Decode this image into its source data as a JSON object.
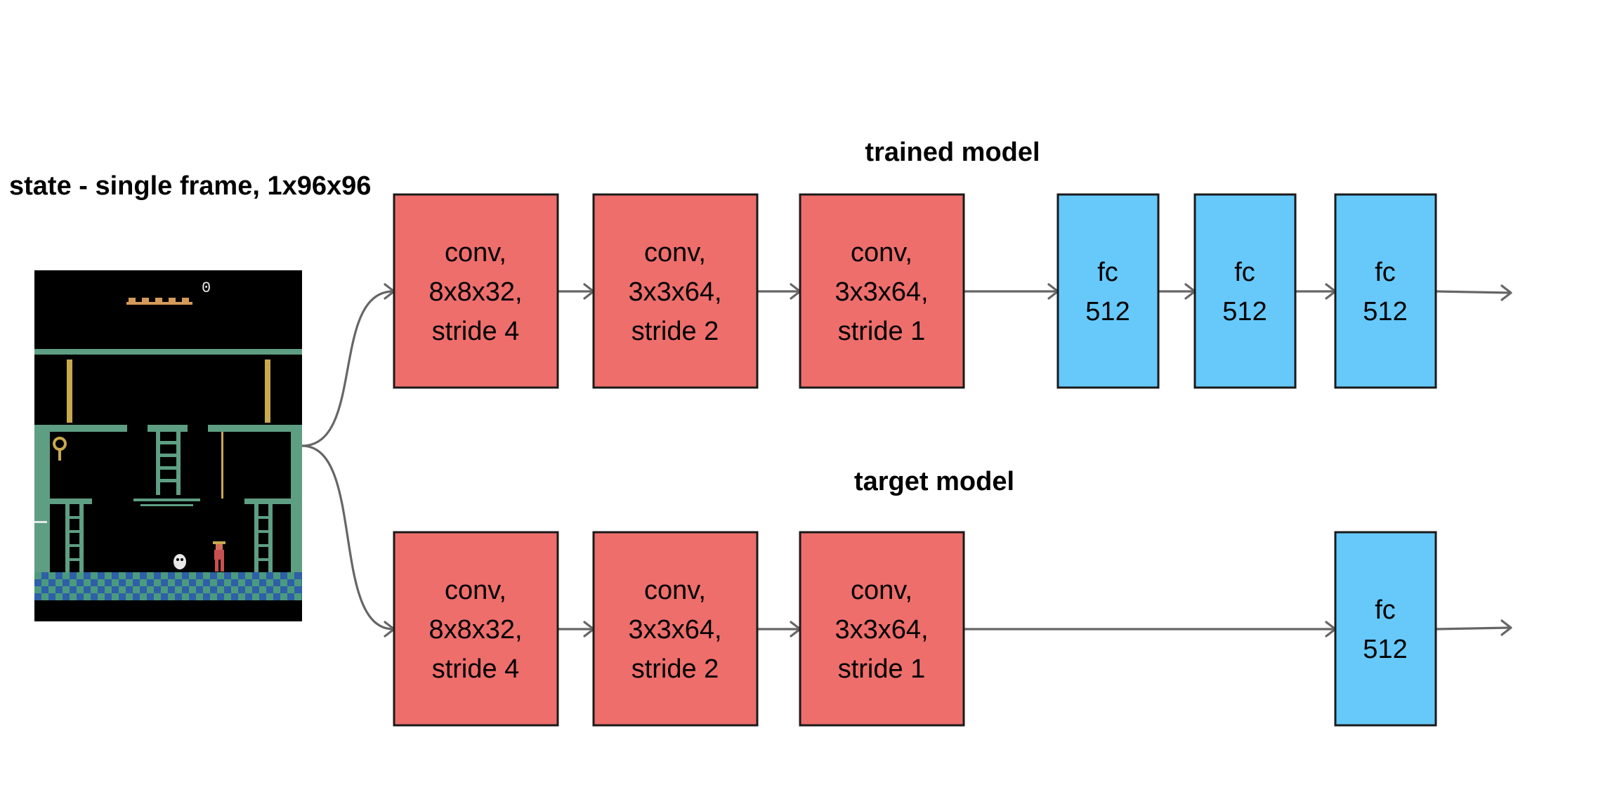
{
  "state_label": "state - single frame, 1x96x96",
  "trained_label": "trained model",
  "target_label": "target model",
  "colors": {
    "conv": "#ed6e6b",
    "fc": "#66c9fa",
    "edge": "#666666",
    "border": "#1a1a1a"
  },
  "trained": {
    "conv": [
      [
        "conv,",
        "8x8x32,",
        "stride 4"
      ],
      [
        "conv,",
        "3x3x64,",
        "stride 2"
      ],
      [
        "conv,",
        "3x3x64,",
        "stride 1"
      ]
    ],
    "fc": [
      [
        "fc",
        "512"
      ],
      [
        "fc",
        "512"
      ],
      [
        "fc",
        "512"
      ]
    ]
  },
  "target": {
    "conv": [
      [
        "conv,",
        "8x8x32,",
        "stride 4"
      ],
      [
        "conv,",
        "3x3x64,",
        "stride 2"
      ],
      [
        "conv,",
        "3x3x64,",
        "stride 1"
      ]
    ],
    "fc": [
      [
        "fc",
        "512"
      ]
    ]
  },
  "game_frame": {
    "icon": "montezuma-revenge-frame",
    "score": "0"
  }
}
